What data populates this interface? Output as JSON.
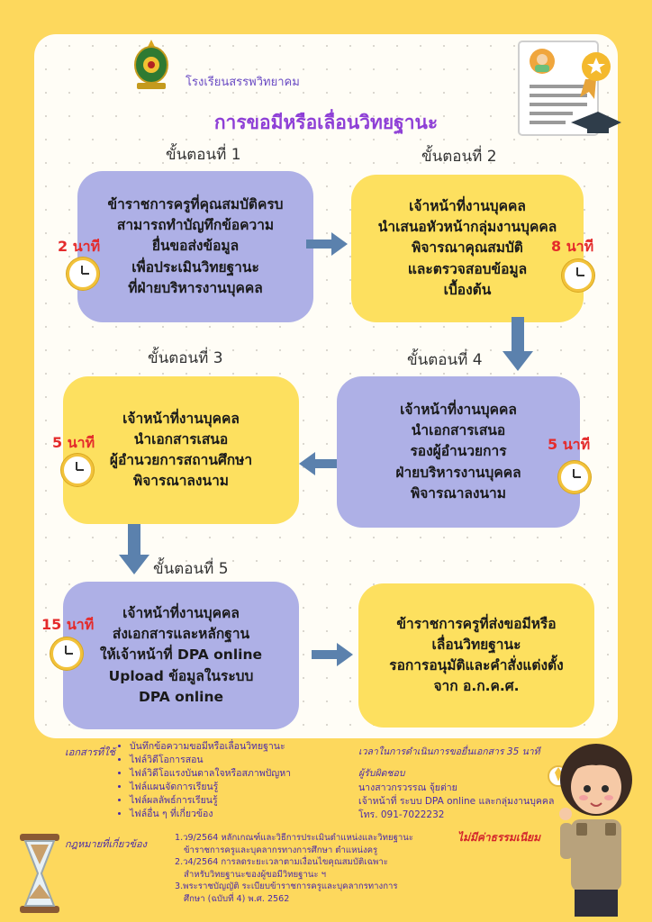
{
  "header": {
    "school_name": "โรงเรียนสรรพวิทยาคม",
    "title": "การขอมีหรือเลื่อนวิทยฐานะ"
  },
  "steps": [
    {
      "label": "ขั้นตอนที่ 1",
      "lines": [
        "ข้าราชการครูที่คุณสมบัติครบ",
        "สามารถทำบัญทึกข้อความ",
        "ยื่นขอส่งข้อมูล",
        "เพื่อประเมินวิทยฐานะ",
        "ที่ฝ่ายบริหารงานบุคคล"
      ],
      "time": "2 นาที"
    },
    {
      "label": "ขั้นตอนที่ 2",
      "lines": [
        "เจ้าหน้าที่งานบุคคล",
        "นำเสนอหัวหน้ากลุ่มงานบุคคล",
        "พิจารณาคุณสมบัติ",
        "และตรวจสอบข้อมูล",
        "เบื้องต้น"
      ],
      "time": "8 นาที"
    },
    {
      "label": "ขั้นตอนที่ 3",
      "lines": [
        "เจ้าหน้าที่งานบุคคล",
        "นำเอกสารเสนอ",
        "ผู้อำนวยการสถานศึกษา",
        "พิจารณาลงนาม"
      ],
      "time": "5 นาที"
    },
    {
      "label": "ขั้นตอนที่ 4",
      "lines": [
        "เจ้าหน้าที่งานบุคคล",
        "นำเอกสารเสนอ",
        "รองผู้อำนวยการ",
        "ฝ่ายบริหารงานบุคคล",
        "พิจารณาลงนาม"
      ],
      "time": "5 นาที"
    },
    {
      "label": "ขั้นตอนที่ 5",
      "lines": [
        "เจ้าหน้าที่งานบุคคล",
        "ส่งเอกสารและหลักฐาน",
        "ให้เจ้าหน้าที่ DPA online",
        "Upload ข้อมูลในระบบ",
        "DPA online"
      ],
      "time": "15 นาที"
    }
  ],
  "final_box": [
    "ข้าราชการครูที่ส่งขอมีหรือ",
    "เลื่อนวิทยฐานะ",
    "รอการอนุมัติและคำสั่งแต่งตั้ง",
    "จาก อ.ก.ค.ศ."
  ],
  "documents": {
    "heading": "เอกสารที่ใช้",
    "items": [
      "บันทึกข้อความขอมีหรือเลื่อนวิทยฐานะ",
      "ไฟล์วิดีโอการสอน",
      "ไฟล์วิดีโอแรงบันดาลใจหรือสภาพปัญหา",
      "ไฟล์แผนจัดการเรียนรู้",
      "ไฟล์ผลลัพธ์การเรียนรู้",
      "ไฟล์อื่น ๆ ที่เกี่ยวข้อง"
    ]
  },
  "laws": {
    "heading": "กฎหมายที่เกี่ยวข้อง",
    "items": [
      "ว9/2564 หลักเกณฑ์และวิธีการประเมินตำแหน่งและวิทยฐานะ",
      "ข้าราชการครูและบุคลากรทางการศึกษา ตำแหน่งครู",
      "ว4/2564 การลดระยะเวลาตามเงื่อนไขคุณสมบัติเฉพาะ",
      "สำหรับวิทยฐานะของผู้ขอมีวิทยฐานะ ฯ",
      "พระราชบัญญัติ ระเบียบข้าราชการครูและบุคลากรทางการ",
      "ศึกษา (ฉบับที่ 4) พ.ศ. 2562"
    ]
  },
  "total_time": "เวลาในการดำเนินการขอยื่นเอกสาร  35 นาที",
  "responsible": {
    "heading": "ผู้รับผิดชอบ",
    "name": "นางสาวกรวรรณ  จุ้ยต่าย",
    "role": "เจ้าหน้าที่ ระบบ DPA online และกลุ่มงานบุคคล",
    "phone": "โทร. 091-7022232"
  },
  "fee_note": "ไม่มีค่าธรรมเนียม",
  "colors": {
    "background": "#fdd85d",
    "purple_box": "#aeb0e6",
    "yellow_box": "#fde05f",
    "arrow": "#5b81ad",
    "time_red": "#e42b2b",
    "title": "#8e3fd6"
  }
}
